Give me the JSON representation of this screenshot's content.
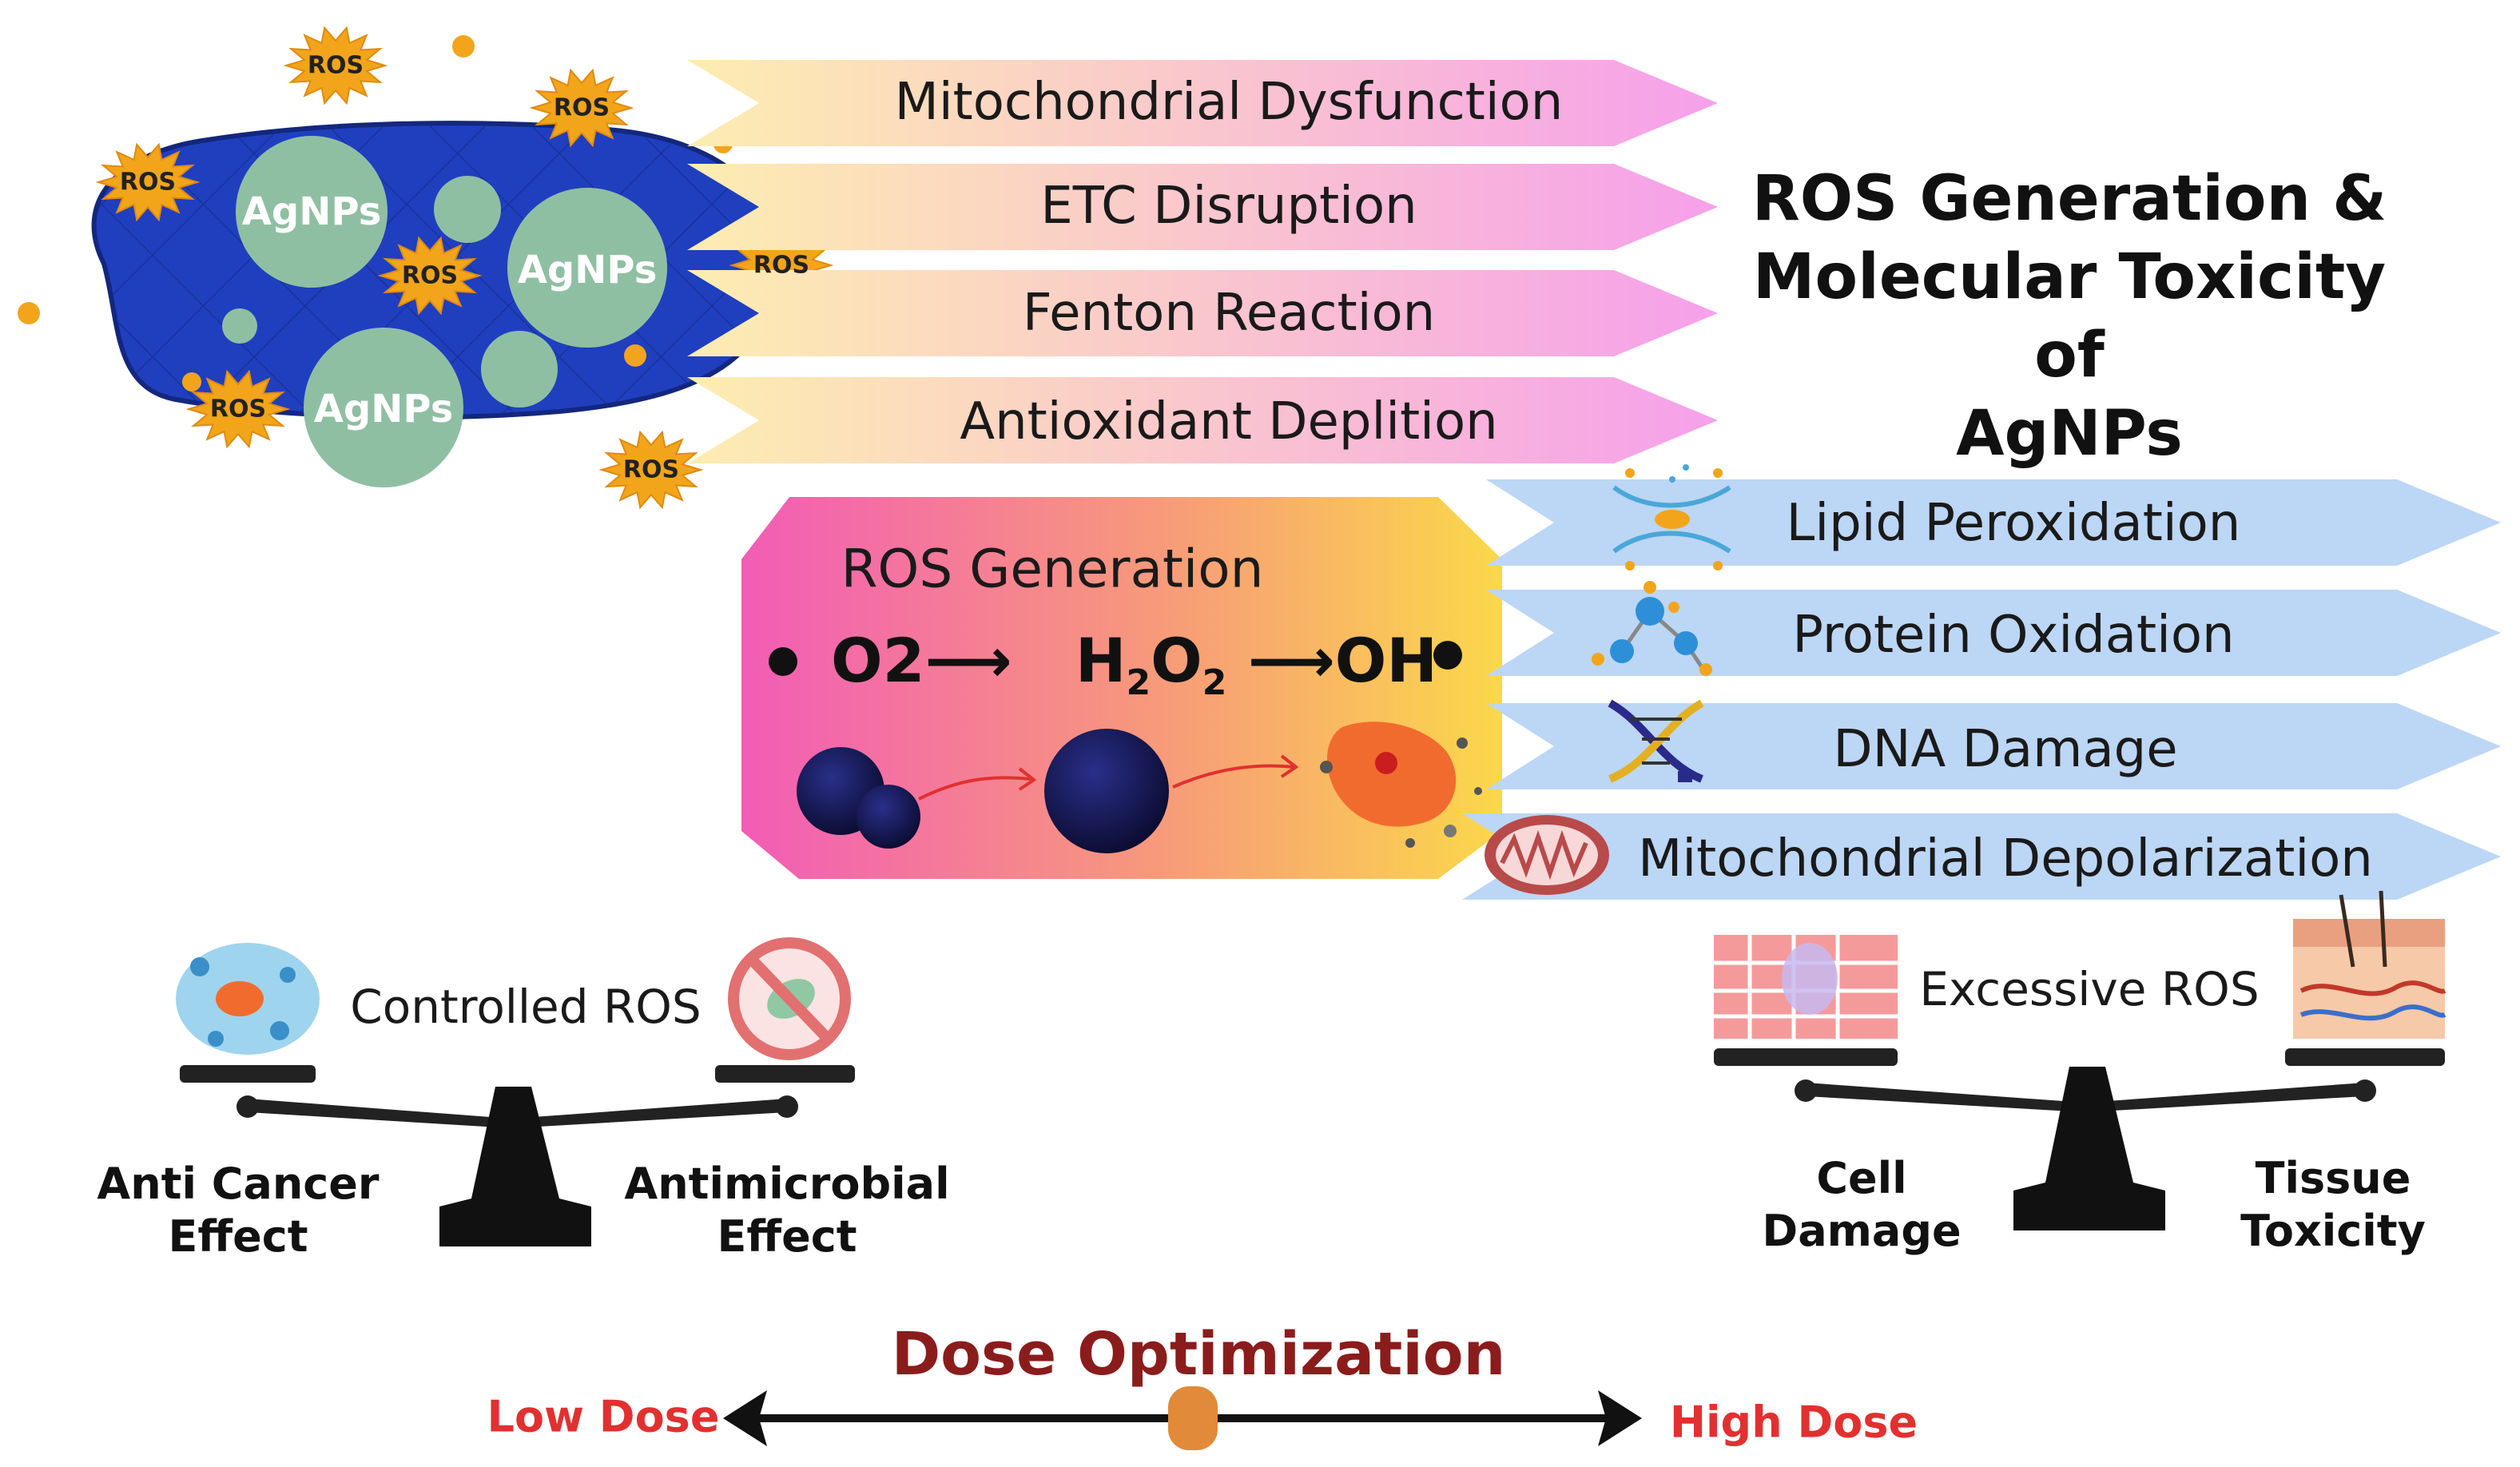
{
  "title": {
    "line1": "ROS Generation &",
    "line2": "Molecular Toxicity of",
    "line3": "AgNPs"
  },
  "cell": {
    "particle_label": "AgNPs",
    "ros_label": "ROS"
  },
  "mechanisms_top": [
    "Mitochondrial Dysfunction",
    "ETC Disruption",
    "Fenton Reaction",
    "Antioxidant Deplition"
  ],
  "ros_generation": {
    "heading": "ROS Generation",
    "reactant": "O2",
    "intermediate_base": "H",
    "intermediate_sub1": "2",
    "intermediate_mid": "O",
    "intermediate_sub2": "2",
    "product": "OH"
  },
  "mechanisms_right": [
    {
      "label": "Lipid Peroxidation",
      "icon": "lipid-membrane-icon"
    },
    {
      "label": "Protein Oxidation",
      "icon": "protein-molecule-icon"
    },
    {
      "label": "DNA Damage",
      "icon": "dna-helix-icon"
    },
    {
      "label": "Mitochondrial Depolarization",
      "icon": "mitochondrion-icon"
    }
  ],
  "balance_left": {
    "center_label": "Controlled ROS",
    "left_label_line1": "Anti Cancer",
    "left_label_line2": "Effect",
    "right_label_line1": "Antimicrobial",
    "right_label_line2": "Effect"
  },
  "balance_right": {
    "center_label": "Excessive ROS",
    "left_label_line1": "Cell",
    "left_label_line2": "Damage",
    "right_label_line1": "Tissue",
    "right_label_line2": "Toxicity"
  },
  "dose": {
    "title": "Dose Optimization",
    "low": "Low Dose",
    "high": "High Dose"
  },
  "colors": {
    "cell_blue": "#1f3fbf",
    "particle_green": "#8fbfa3",
    "ros_star": "#f2a51a",
    "band_top_start": "#fde7a8",
    "band_top_end": "#f6a6ea",
    "band_right": "#bcd6f5",
    "ros_box_start": "#f25fb4",
    "ros_box_end": "#fbd44c",
    "dose_title": "#8b1c1c",
    "dose_ends": "#e23030",
    "slider_knob": "#e08a3a"
  }
}
